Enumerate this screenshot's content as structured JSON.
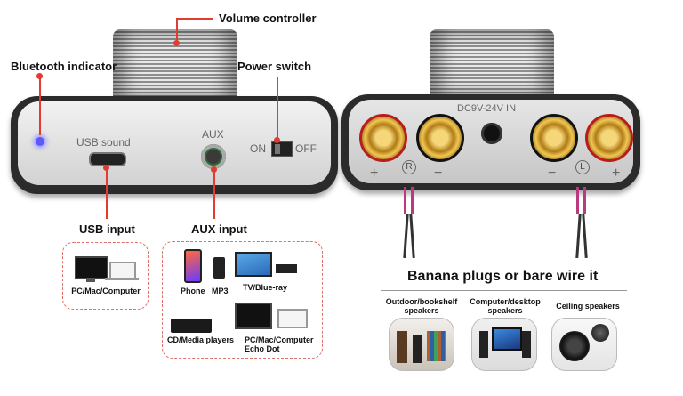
{
  "callouts": {
    "volume": "Volume controller",
    "bluetooth": "Bluetooth indicator",
    "power": "Power switch",
    "usb_input": "USB input",
    "aux_input": "AUX input",
    "banana": "Banana plugs or bare wire it"
  },
  "front_panel": {
    "usb_label": "USB sound",
    "aux_label": "AUX",
    "on_label": "ON",
    "off_label": "OFF"
  },
  "back_panel": {
    "power_label": "DC9V-24V IN",
    "right_channel": "R",
    "left_channel": "L",
    "plus": "+",
    "minus": "−"
  },
  "usb_devices": [
    {
      "label": "PC/Mac/Computer"
    }
  ],
  "aux_devices": [
    {
      "label": "Phone"
    },
    {
      "label": "MP3"
    },
    {
      "label": "TV/Blue-ray"
    },
    {
      "label": "CD/Media players"
    },
    {
      "label": "PC/Mac/Computer\nEcho Dot"
    }
  ],
  "speakers": [
    {
      "label": "Outdoor/bookshelf\nspeakers"
    },
    {
      "label": "Computer/desktop\nspeakers"
    },
    {
      "label": "Ceiling speakers"
    }
  ],
  "colors": {
    "accent_red": "#e23b30",
    "dashed_border": "#e0706c",
    "indicator_blue": "#5a5aff"
  }
}
